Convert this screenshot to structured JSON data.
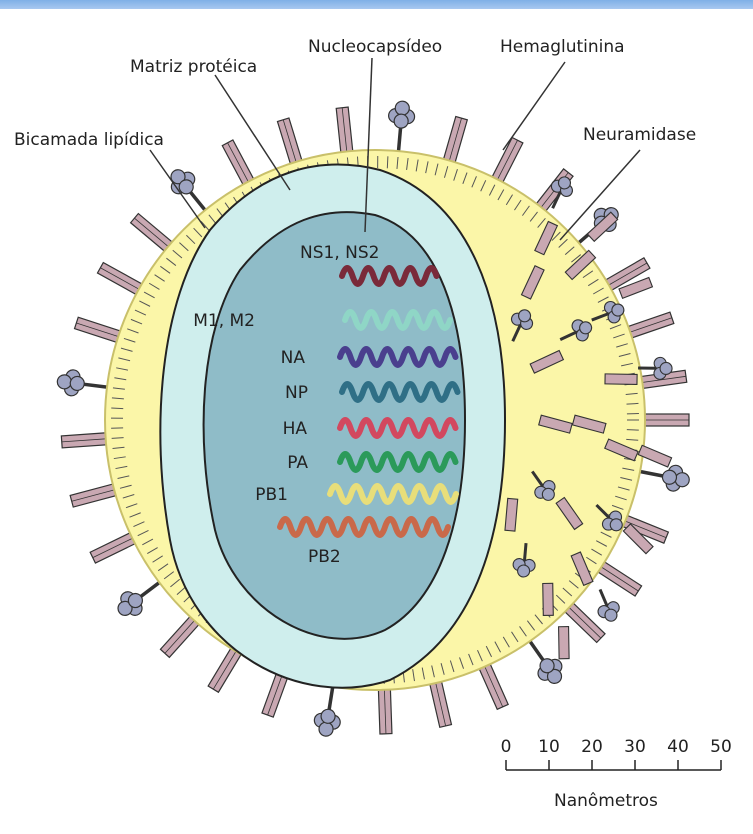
{
  "labels": {
    "bilayer": "Bicamada lipídica",
    "matrix": "Matriz protéica",
    "nucleocapsid": "Nucleocapsídeo",
    "hemagglutinin": "Hemaglutinina",
    "neuraminidase": "Neuramidase"
  },
  "segments": [
    {
      "name": "NS1, NS2",
      "color": "#7a2a3a"
    },
    {
      "name": "M1, M2",
      "color": "#8fd6c6"
    },
    {
      "name": "NA",
      "color": "#4a3f8e"
    },
    {
      "name": "NP",
      "color": "#2f6f86"
    },
    {
      "name": "HA",
      "color": "#d2485f"
    },
    {
      "name": "PA",
      "color": "#2b9a5a"
    },
    {
      "name": "PB1",
      "color": "#e8de7a"
    },
    {
      "name": "PB2",
      "color": "#c9694a"
    }
  ],
  "scale": {
    "ticks": [
      "0",
      "10",
      "20",
      "30",
      "40",
      "50"
    ],
    "unit": "Nanômetros"
  },
  "colors": {
    "envelope": "#fbf6a8",
    "matrix": "#cfeeed",
    "core": "#8fbcc8",
    "spike_ha": "#c9a8b2",
    "spike_na": "#9ea4c2"
  }
}
